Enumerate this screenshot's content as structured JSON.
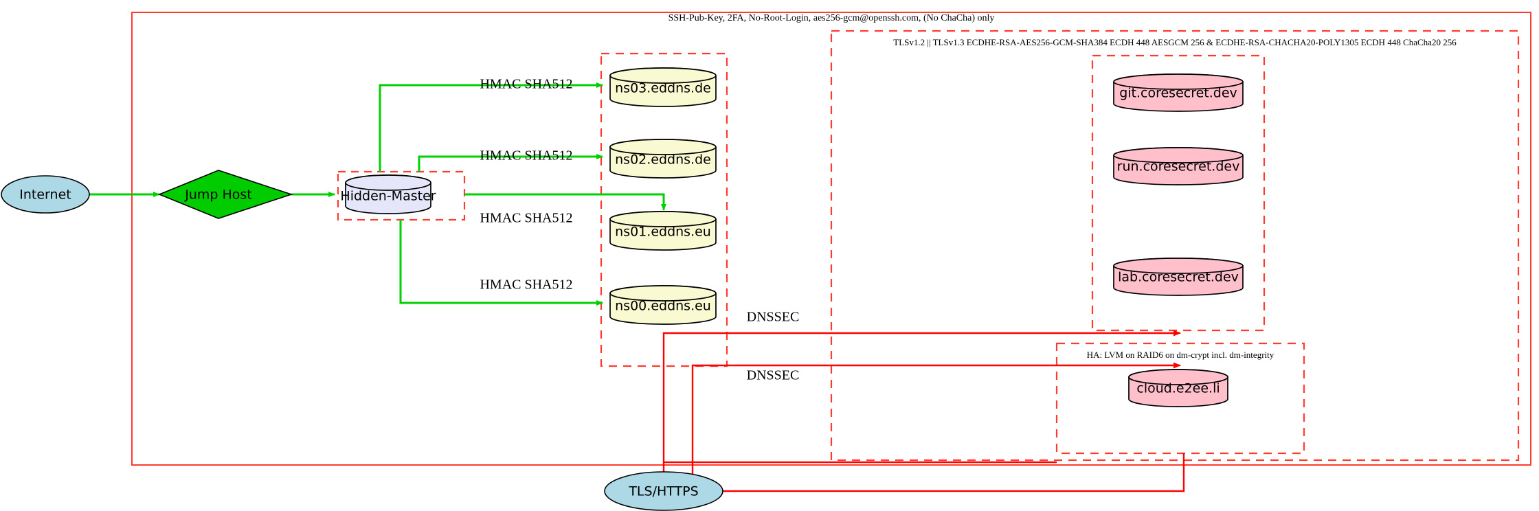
{
  "diagram": {
    "title": "Infrastructure security topology",
    "colors": {
      "cluster_border": "#ff3b30",
      "edge_green": "#00d000",
      "edge_red": "#ff0000",
      "internet_fill": "#add8e6",
      "jumphost_fill": "#00cc00",
      "hidden_master_fill": "#e6e6fa",
      "ns_fill": "#fafad2",
      "service_fill": "#ffc0cb",
      "tls_fill": "#add8e6",
      "stroke": "#000000"
    },
    "clusters": [
      {
        "id": "outer-ssh",
        "label": "SSH-Pub-Key, 2FA, No-Root-Login, aes256-gcm@openssh.com, (No ChaCha) only",
        "style": "solid"
      },
      {
        "id": "tls-cluster",
        "label": "TLSv1.2 || TLSv1.3 ECDHE-RSA-AES256-GCM-SHA384 ECDH 448 AESGCM 256 & ECDHE-RSA-CHACHA20-POLY1305 ECDH 448 ChaCha20 256",
        "style": "dashed"
      },
      {
        "id": "ha-cluster",
        "label": "HA: LVM on RAID6 on dm-crypt incl. dm-integrity",
        "style": "dashed"
      },
      {
        "id": "ns-cluster",
        "label": "",
        "style": "dashed"
      },
      {
        "id": "master-cluster",
        "label": "",
        "style": "dashed"
      },
      {
        "id": "coresecret-cluster",
        "label": "",
        "style": "dashed"
      }
    ],
    "nodes": [
      {
        "id": "internet",
        "label": "Internet",
        "shape": "ellipse",
        "fill": "#add8e6"
      },
      {
        "id": "jump-host",
        "label": "Jump Host",
        "shape": "diamond",
        "fill": "#00cc00"
      },
      {
        "id": "hidden-master",
        "label": "Hidden-Master",
        "shape": "cylinder",
        "fill": "#e6e6fa"
      },
      {
        "id": "ns03",
        "label": "ns03.eddns.de",
        "shape": "cylinder",
        "fill": "#fafad2"
      },
      {
        "id": "ns02",
        "label": "ns02.eddns.de",
        "shape": "cylinder",
        "fill": "#fafad2"
      },
      {
        "id": "ns01",
        "label": "ns01.eddns.eu",
        "shape": "cylinder",
        "fill": "#fafad2"
      },
      {
        "id": "ns00",
        "label": "ns00.eddns.eu",
        "shape": "cylinder",
        "fill": "#fafad2"
      },
      {
        "id": "git",
        "label": "git.coresecret.dev",
        "shape": "cylinder",
        "fill": "#ffc0cb"
      },
      {
        "id": "run",
        "label": "run.coresecret.dev",
        "shape": "cylinder",
        "fill": "#ffc0cb"
      },
      {
        "id": "lab",
        "label": "lab.coresecret.dev",
        "shape": "cylinder",
        "fill": "#ffc0cb"
      },
      {
        "id": "cloud",
        "label": "cloud.e2ee.li",
        "shape": "cylinder",
        "fill": "#ffc0cb"
      },
      {
        "id": "tls-https",
        "label": "TLS/HTTPS",
        "shape": "ellipse",
        "fill": "#add8e6"
      }
    ],
    "edge_labels": {
      "hmac_ns03": "HMAC SHA512",
      "hmac_ns02": "HMAC SHA512",
      "hmac_ns01": "HMAC SHA512",
      "hmac_ns00": "HMAC SHA512",
      "dnssec_upper": "DNSSEC",
      "dnssec_lower": "DNSSEC"
    }
  }
}
